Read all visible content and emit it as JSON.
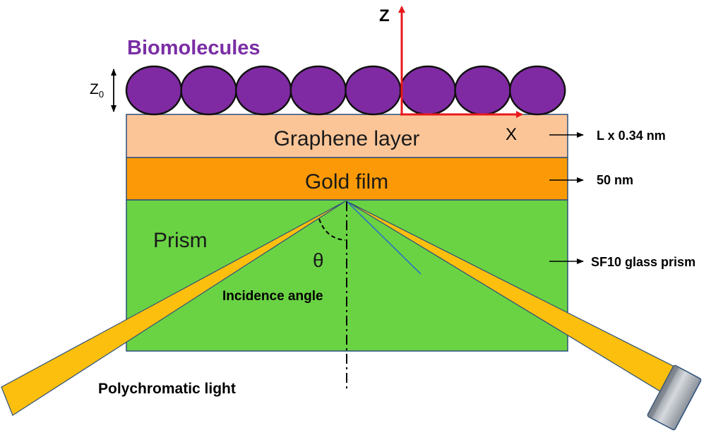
{
  "labels": {
    "biomolecules": "Biomolecules",
    "z0_main": "Z",
    "z0_sub": "0",
    "z_axis": "Z",
    "x_axis": "X",
    "graphene": "Graphene layer",
    "gold": "Gold film",
    "prism": "Prism",
    "theta": "θ",
    "incidence_angle": "Incidence angle",
    "light": "Polychromatic light",
    "graphene_thickness": "L x 0.34 nm",
    "gold_thickness": "50 nm",
    "prism_material": "SF10 glass prism"
  },
  "molecule_count": 8,
  "colors": {
    "biomolecule_fill": "#7f2aa3",
    "biomolecule_label": "#7a2ea4",
    "graphene_fill": "#fbc598",
    "gold_fill": "#fb9a06",
    "prism_fill": "#6ad344",
    "beam_fill": "#fcbf0e",
    "axis_red": "#e8191d",
    "outline": "#2b4f7a",
    "detector_fill": "#a6acb4"
  },
  "icons": {
    "detector": "detector-icon",
    "axes": "coordinate-axes-icon"
  }
}
